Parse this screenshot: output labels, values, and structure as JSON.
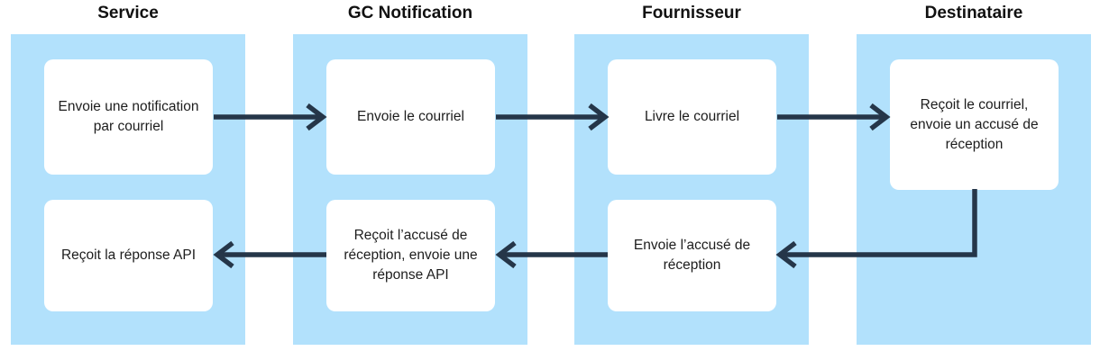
{
  "diagram": {
    "type": "swimlane-flowchart",
    "colors": {
      "lane_background": "#b2e1fc",
      "node_background": "#ffffff",
      "arrow": "#253649",
      "heading_text": "#111111",
      "node_text": "#1d1d1d"
    },
    "lanes": [
      {
        "label": "Service",
        "boxes": [
          "Envoie une notification par courriel",
          "Reçoit la réponse API"
        ]
      },
      {
        "label": "GC Notification",
        "boxes": [
          "Envoie le courriel",
          "Reçoit l’accusé de réception, envoie une réponse API"
        ]
      },
      {
        "label": "Fournisseur",
        "boxes": [
          "Livre le courriel",
          "Envoie l’accusé de réception"
        ]
      },
      {
        "label": "Destinataire",
        "boxes": [
          "Reçoit le courriel, envoie un accusé de réception"
        ]
      }
    ],
    "flows": [
      {
        "from": "Service: Envoie une notification par courriel",
        "to": "GC Notification: Envoie le courriel"
      },
      {
        "from": "GC Notification: Envoie le courriel",
        "to": "Fournisseur: Livre le courriel"
      },
      {
        "from": "Fournisseur: Livre le courriel",
        "to": "Destinataire: Reçoit le courriel, envoie un accusé de réception"
      },
      {
        "from": "Destinataire: Reçoit le courriel, envoie un accusé de réception",
        "to": "Fournisseur: Envoie l’accusé de réception"
      },
      {
        "from": "Fournisseur: Envoie l’accusé de réception",
        "to": "GC Notification: Reçoit l’accusé de réception, envoie une réponse API"
      },
      {
        "from": "GC Notification: Reçoit l’accusé de réception, envoie une réponse API",
        "to": "Service: Reçoit la réponse API"
      }
    ]
  }
}
